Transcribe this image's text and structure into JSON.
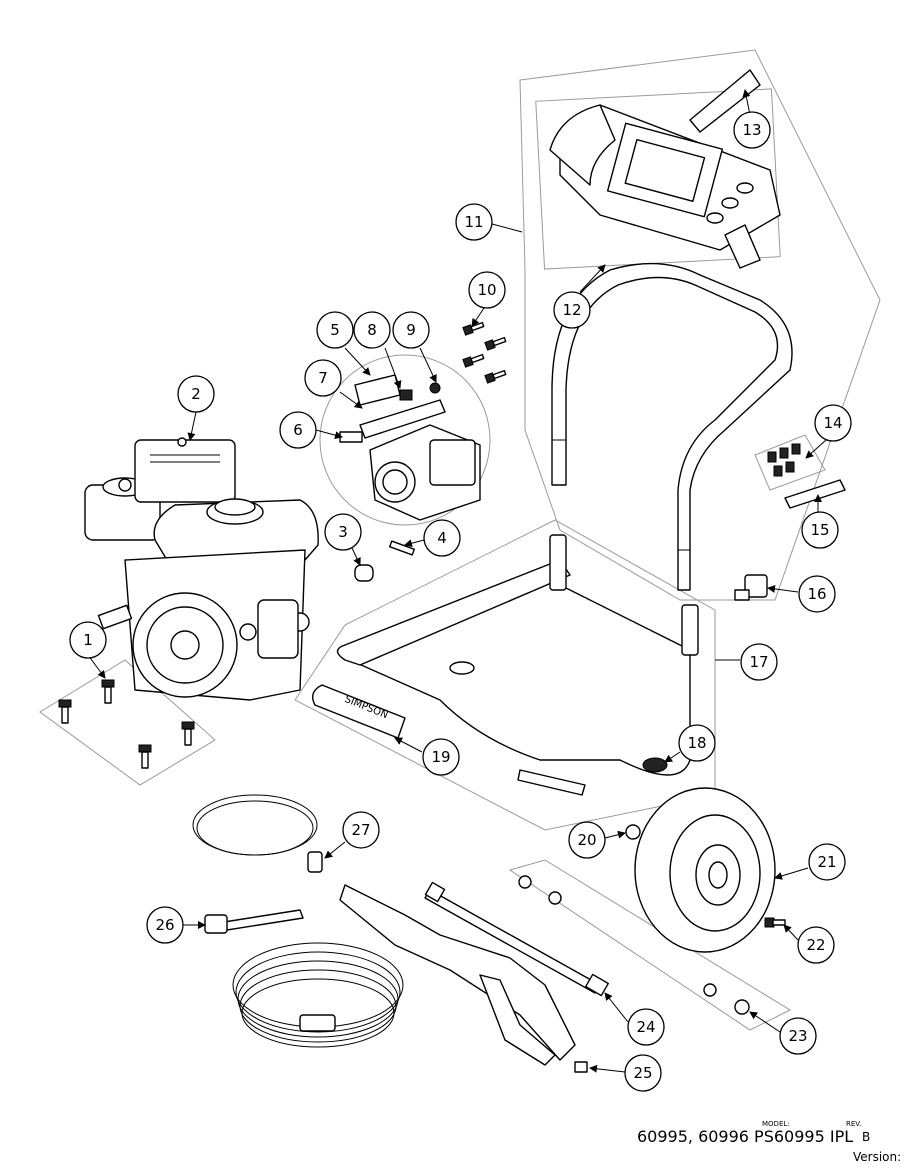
{
  "callouts": [
    "1",
    "2",
    "3",
    "4",
    "5",
    "6",
    "7",
    "8",
    "9",
    "10",
    "11",
    "12",
    "13",
    "14",
    "15",
    "16",
    "17",
    "18",
    "19",
    "20",
    "21",
    "22",
    "23",
    "24",
    "25",
    "26",
    "27"
  ],
  "title_block": {
    "model_caption": "MODEL:",
    "model_numbers": "60995, 60996 PS60995 IPL",
    "rev_caption": "REV.",
    "rev_value": "B",
    "version_caption": "Version:"
  },
  "frame_text": "SIMPSON"
}
